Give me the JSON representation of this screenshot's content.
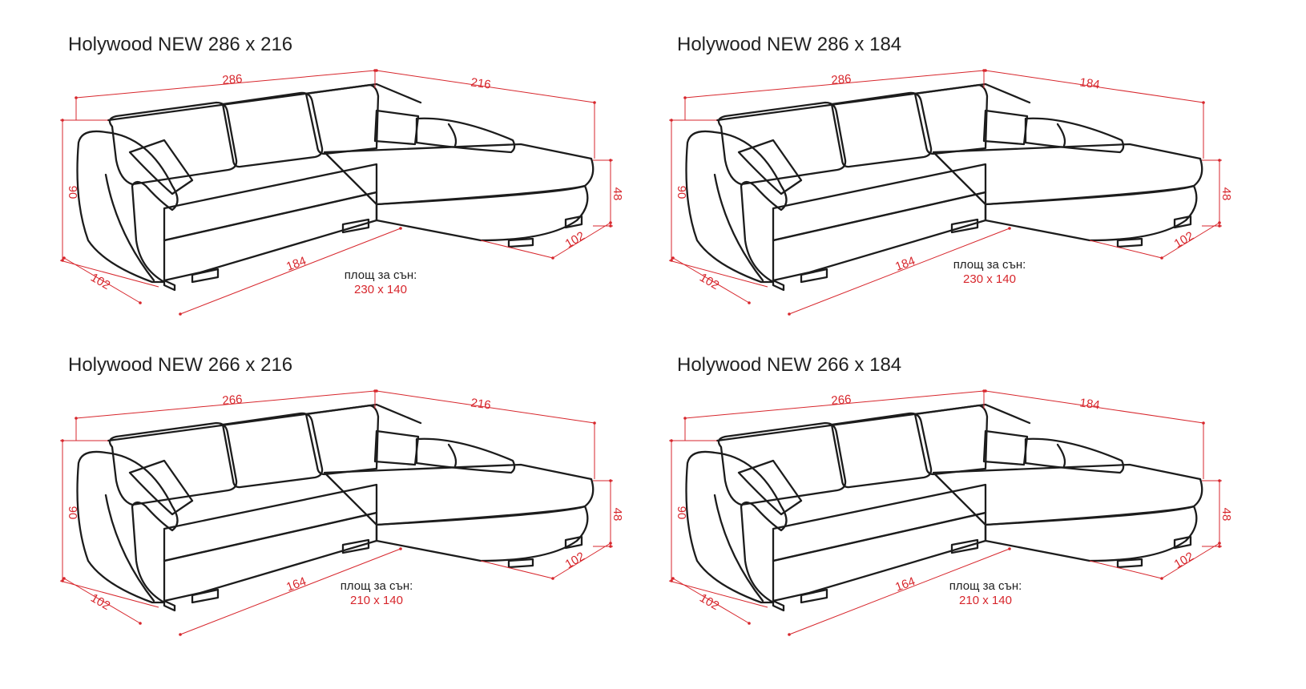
{
  "colors": {
    "dimension": "#d7262c",
    "outline": "#1c1c1c",
    "title": "#222222",
    "background": "#ffffff"
  },
  "sleep_area_label": "площ за сън:",
  "panels": [
    {
      "title": "Holywood NEW 286 x 216",
      "dims": {
        "width": "286",
        "chaise": "216",
        "height": "90",
        "depth_left": "102",
        "seat_length": "184",
        "depth_right": "102",
        "seat_height": "48"
      },
      "sleep_area": "230 x 140"
    },
    {
      "title": "Holywood NEW 286 x 184",
      "dims": {
        "width": "286",
        "chaise": "184",
        "height": "90",
        "depth_left": "102",
        "seat_length": "184",
        "depth_right": "102",
        "seat_height": "48"
      },
      "sleep_area": "230 x 140"
    },
    {
      "title": "Holywood NEW 266 x 216",
      "dims": {
        "width": "266",
        "chaise": "216",
        "height": "90",
        "depth_left": "102",
        "seat_length": "164",
        "depth_right": "102",
        "seat_height": "48"
      },
      "sleep_area": "210 x 140"
    },
    {
      "title": "Holywood NEW 266 x 184",
      "dims": {
        "width": "266",
        "chaise": "184",
        "height": "90",
        "depth_left": "102",
        "seat_length": "164",
        "depth_right": "102",
        "seat_height": "48"
      },
      "sleep_area": "210 x 140"
    }
  ]
}
